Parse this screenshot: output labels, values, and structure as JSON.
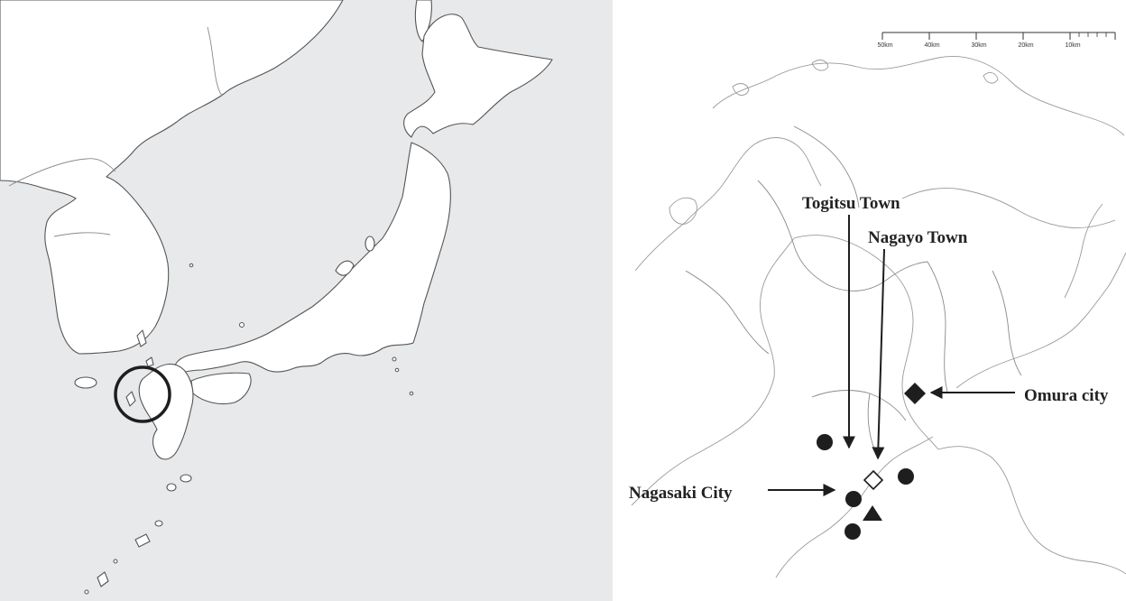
{
  "colors": {
    "sea": "#e8e9ea",
    "land": "#ffffff",
    "coast": "#555555",
    "marker": "#1e1e1e",
    "text": "#222222"
  },
  "scale_bar": {
    "ticks": [
      "50km",
      "40km",
      "30km",
      "20km",
      "10km"
    ]
  },
  "labels": {
    "togitsu": "Togitsu Town",
    "nagayo": "Nagayo Town",
    "omura": "Omura city",
    "nagasaki": "Nagasaki City"
  },
  "markers": [
    {
      "shape": "filled-circle"
    },
    {
      "shape": "filled-circle"
    },
    {
      "shape": "filled-circle"
    },
    {
      "shape": "filled-circle"
    },
    {
      "shape": "open-diamond"
    },
    {
      "shape": "filled-triangle"
    },
    {
      "shape": "filled-diamond"
    }
  ]
}
